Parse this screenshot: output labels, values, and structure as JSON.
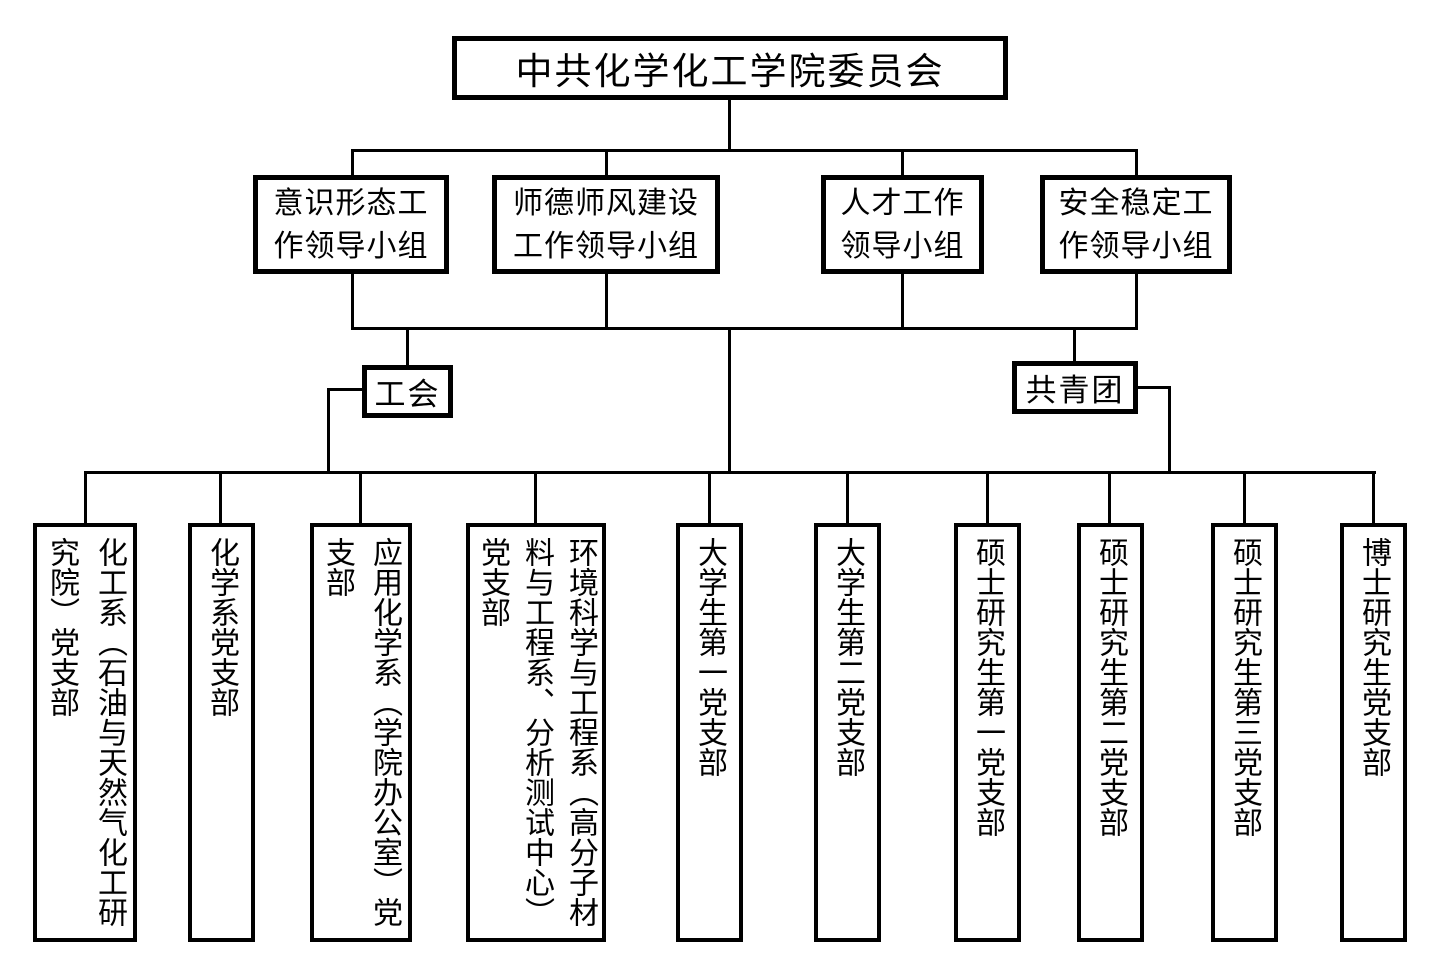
{
  "colors": {
    "ink": "#000000",
    "paper": "#ffffff"
  },
  "org_chart": {
    "root": {
      "label": "中共化学化工学院委员会"
    },
    "leading_groups": [
      {
        "label": "意识形态工\n作领导小组"
      },
      {
        "label": "师德师风建设\n工作领导小组"
      },
      {
        "label": "人才工作\n领导小组"
      },
      {
        "label": "安全稳定工\n作领导小组"
      }
    ],
    "mass_organizations": [
      {
        "label": "工会"
      },
      {
        "label": "共青团"
      }
    ],
    "party_branches": [
      {
        "label": "化工系（石油与天然气化工研\n究院）党支部"
      },
      {
        "label": "化学系党支部"
      },
      {
        "label": "应用化学系（学院办公室）党\n支部"
      },
      {
        "label": "环境科学与工程系（高分子材\n料与工程系、分析测试中心）\n党支部"
      },
      {
        "label": "大学生第一党支部"
      },
      {
        "label": "大学生第二党支部"
      },
      {
        "label": "硕士研究生第一党支部"
      },
      {
        "label": "硕士研究生第二党支部"
      },
      {
        "label": "硕士研究生第三党支部"
      },
      {
        "label": "博士研究生党支部"
      }
    ]
  }
}
